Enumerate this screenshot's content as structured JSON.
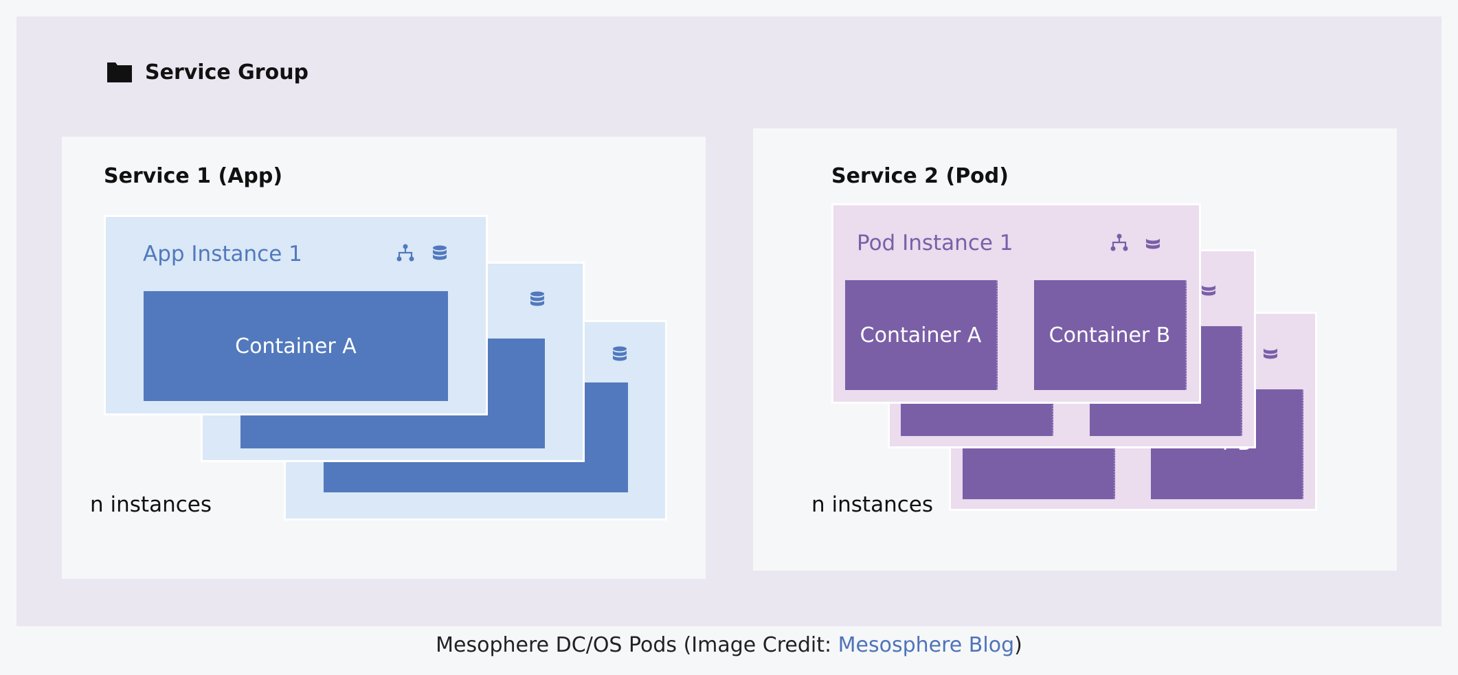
{
  "group": {
    "title": "Service Group",
    "icon": "folder-icon"
  },
  "service1": {
    "title": "Service 1 (App)",
    "instance_title": "App Instance 1",
    "container_a": "Container A",
    "n_instances": "n instances",
    "icons": [
      "network-icon",
      "storage-icon"
    ]
  },
  "service2": {
    "title": "Service 2 (Pod)",
    "instance_title": "Pod Instance 1",
    "container_a": "Container A",
    "container_b": "Container B",
    "back_label_b": "r B",
    "n_instances": "n instances",
    "icons": [
      "network-icon",
      "storage-icon"
    ]
  },
  "caption": {
    "text": "Mesophere DC/OS Pods (Image Credit: ",
    "link": "Mesosphere Blog",
    "close": ")"
  },
  "colors": {
    "frame_bg": "#ebe7f1",
    "box_bg": "#f6f7f9",
    "blue_card": "#dae8f7",
    "blue_fill": "#5279bd",
    "blue_text": "#5279bd",
    "purple_card": "#ebdcee",
    "purple_fill": "#7a5fa7",
    "purple_text": "#7a5fa7",
    "link": "#4f73b8"
  }
}
